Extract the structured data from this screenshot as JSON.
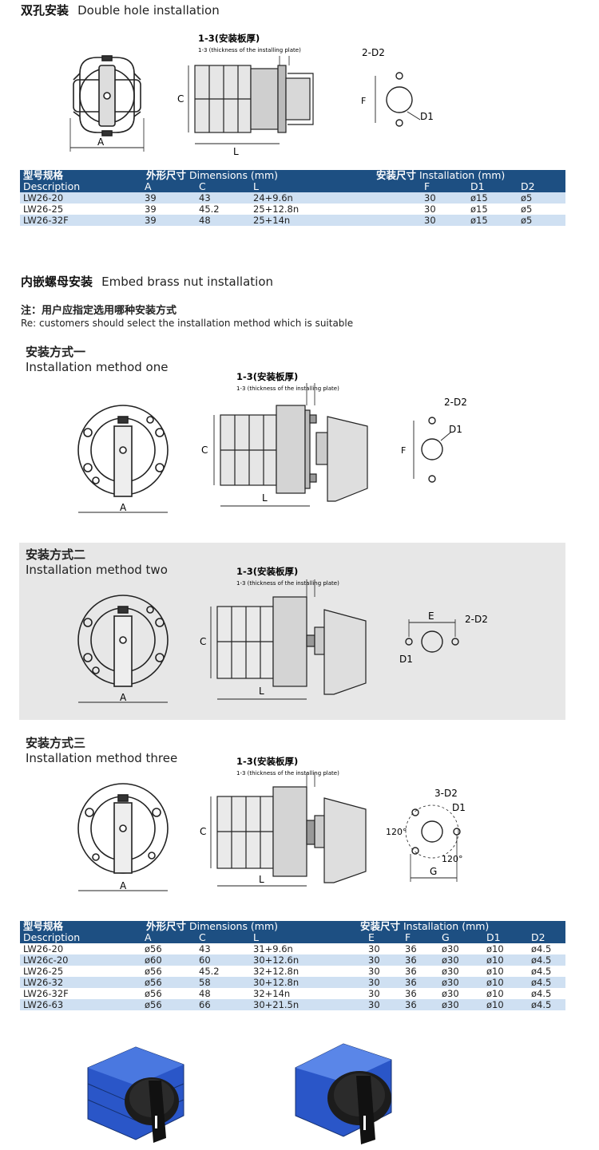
{
  "section1": {
    "title_cn": "双孔安装",
    "title_en": "Double hole installation"
  },
  "section2": {
    "title_cn": "内嵌螺母安装",
    "title_en": "Embed brass nut installation",
    "note_cn": "注：用户应指定选用哪种安装方式",
    "note_en": "Re: customers should select the installation method which is suitable"
  },
  "labels": {
    "plate_cn": "1-3(安装板厚)",
    "plate_en": "1-3 (thickness of the installing plate)",
    "A": "A",
    "C": "C",
    "L": "L",
    "F": "F",
    "E": "E",
    "G": "G",
    "D1": "D1",
    "2D2": "2-D2",
    "3D2": "3-D2",
    "angle": "120°"
  },
  "methods": [
    {
      "cn": "安装方式一",
      "en": "Installation method one"
    },
    {
      "cn": "安装方式二",
      "en": "Installation method two"
    },
    {
      "cn": "安装方式三",
      "en": "Installation method three"
    }
  ],
  "table1": {
    "desc_cn": "型号规格",
    "desc_en": "Description",
    "dim_cn": "外形尺寸",
    "dim_en": "Dimensions (mm)",
    "inst_cn": "安装尺寸",
    "inst_en": "Installation (mm)",
    "cols": [
      "A",
      "C",
      "L",
      "F",
      "D1",
      "D2"
    ],
    "rows": [
      [
        "LW26-20",
        "39",
        "43",
        "24+9.6n",
        "30",
        "ø15",
        "ø5"
      ],
      [
        "LW26-25",
        "39",
        "45.2",
        "25+12.8n",
        "30",
        "ø15",
        "ø5"
      ],
      [
        "LW26-32F",
        "39",
        "48",
        "25+14n",
        "30",
        "ø15",
        "ø5"
      ]
    ]
  },
  "table2": {
    "desc_cn": "型号规格",
    "desc_en": "Description",
    "dim_cn": "外形尺寸",
    "dim_en": "Dimensions (mm)",
    "inst_cn": "安装尺寸",
    "inst_en": "Installation (mm)",
    "cols": [
      "A",
      "C",
      "L",
      "E",
      "F",
      "G",
      "D1",
      "D2"
    ],
    "rows": [
      [
        "LW26-20",
        "ø56",
        "43",
        "31+9.6n",
        "30",
        "36",
        "ø30",
        "ø10",
        "ø4.5"
      ],
      [
        "LW26c-20",
        "ø60",
        "60",
        "30+12.6n",
        "30",
        "36",
        "ø30",
        "ø10",
        "ø4.5"
      ],
      [
        "LW26-25",
        "ø56",
        "45.2",
        "32+12.8n",
        "30",
        "36",
        "ø30",
        "ø10",
        "ø4.5"
      ],
      [
        "LW26-32",
        "ø56",
        "58",
        "30+12.8n",
        "30",
        "36",
        "ø30",
        "ø10",
        "ø4.5"
      ],
      [
        "LW26-32F",
        "ø56",
        "48",
        "32+14n",
        "30",
        "36",
        "ø30",
        "ø10",
        "ø4.5"
      ],
      [
        "LW26-63",
        "ø56",
        "66",
        "30+21.5n",
        "30",
        "36",
        "ø30",
        "ø10",
        "ø4.5"
      ]
    ]
  },
  "colors": {
    "header_blue": "#1d4f82",
    "row_blue": "#cfe0f2",
    "switch_blue": "#2a56c8",
    "knob_black": "#1c1c1c"
  }
}
